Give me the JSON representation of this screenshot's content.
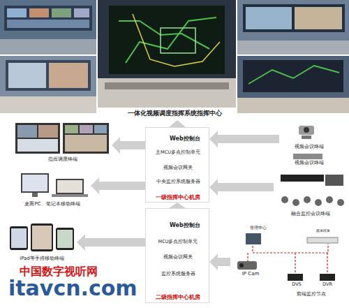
{
  "diagram": {
    "nodes": [
      {
        "text": [
          "一体化视频调度指挥系统指挥中心"
        ]
      },
      {
        "text": [
          "一级指挥中心机房"
        ]
      },
      {
        "text": [
          "Web控制台"
        ],
        "in": 1
      },
      {
        "text": [
          "主MCU多点控制单元"
        ],
        "in": 1
      },
      {
        "text": [
          "视频会议网关"
        ],
        "in": 1
      },
      {
        "text": [
          "中央监控系统服务器"
        ],
        "in": 1
      },
      {
        "text": [
          "二级指挥中心机房"
        ]
      },
      {
        "text": [
          "Web控制台"
        ],
        "in": 6
      },
      {
        "text": [
          "MCU多点控制单元"
        ],
        "in": 6
      },
      {
        "text": [
          "视频会议网关"
        ],
        "in": 6
      },
      {
        "text": [
          "监控系统服务器"
        ],
        "in": 6
      },
      {
        "text": [
          "指挥调度终端"
        ]
      },
      {
        "text": [
          "桌面PC、笔记本移动终端"
        ]
      },
      {
        "text": [
          "iPad等手持移动终端"
        ]
      },
      {
        "text": [
          "视频会议终端"
        ]
      },
      {
        "text": [
          "视频会议终端"
        ]
      },
      {
        "text": [
          "融合监控会议终端"
        ]
      },
      {
        "text": [
          "前端监控节点"
        ]
      },
      {
        "text": [
          "IP Cam"
        ],
        "in": 17
      },
      {
        "text": [
          "DVS"
        ],
        "in": 17
      },
      {
        "text": [
          "DVR"
        ],
        "in": 17
      },
      {
        "text": [
          "管理中心"
        ],
        "in": 17
      },
      {
        "text": [
          "媒体转发"
        ],
        "in": 17
      }
    ],
    "edges": [
      {
        "from": 1,
        "to": 0,
        "arrow": "to"
      },
      {
        "from": 6,
        "to": 1,
        "arrow": "to"
      },
      {
        "from": 1,
        "to": 11,
        "arrow": "to"
      },
      {
        "from": 1,
        "to": 12,
        "arrow": "to"
      },
      {
        "from": 6,
        "to": 13,
        "arrow": "to"
      },
      {
        "from": 14,
        "to": 1,
        "arrow": "to"
      },
      {
        "from": 16,
        "to": 1,
        "arrow": "to"
      },
      {
        "from": 17,
        "to": 6,
        "arrow": "to"
      }
    ],
    "labels": [
      "中国数字视听网",
      "itavcn.com"
    ]
  }
}
